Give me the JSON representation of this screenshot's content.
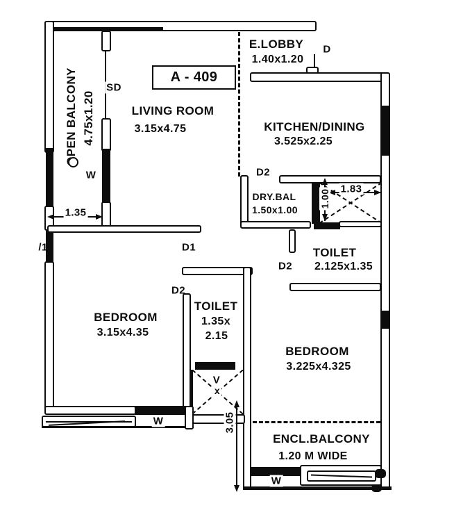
{
  "unit_label": "A - 409",
  "rooms": {
    "open_balcony": {
      "name": "OPEN BALCONY",
      "dims": "4.75x1.20"
    },
    "living_room": {
      "name": "LIVING ROOM",
      "dims": "3.15x4.75"
    },
    "e_lobby": {
      "name": "E.LOBBY",
      "dims": "1.40x1.20"
    },
    "kitchen_dining": {
      "name": "KITCHEN/DINING",
      "dims": "3.525x2.25"
    },
    "dry_balcony": {
      "name": "DRY.BAL",
      "dims": "1.50x1.00"
    },
    "toilet_right": {
      "name": "TOILET",
      "dims": "2.125x1.35"
    },
    "toilet_middle": {
      "name": "TOILET",
      "dims_line1": "1.35x",
      "dims_line2": "2.15"
    },
    "bedroom_left": {
      "name": "BEDROOM",
      "dims": "3.15x4.35"
    },
    "bedroom_right": {
      "name": "BEDROOM",
      "dims": "3.225x4.325"
    },
    "encl_balcony": {
      "name": "ENCL.BALCONY",
      "dims": "1.20 M WIDE"
    }
  },
  "doors": {
    "entrance": "D",
    "sliding": "SD",
    "d1": "D1",
    "d2_dry_balcony": "D2",
    "d2_toilet_right": "D2",
    "d2_toilet_middle": "D2"
  },
  "windows": {
    "balcony": "W",
    "bedroom_left": "W",
    "encl_balcony": "W"
  },
  "shafts": {
    "vent": "V",
    "vent_mark": "x"
  },
  "marks": {
    "wall_ref": "/1"
  },
  "dimensions": {
    "balcony_width": "1.35",
    "duct_width": "1.83",
    "duct_depth": "1.00",
    "balcony_length": "3.05"
  }
}
